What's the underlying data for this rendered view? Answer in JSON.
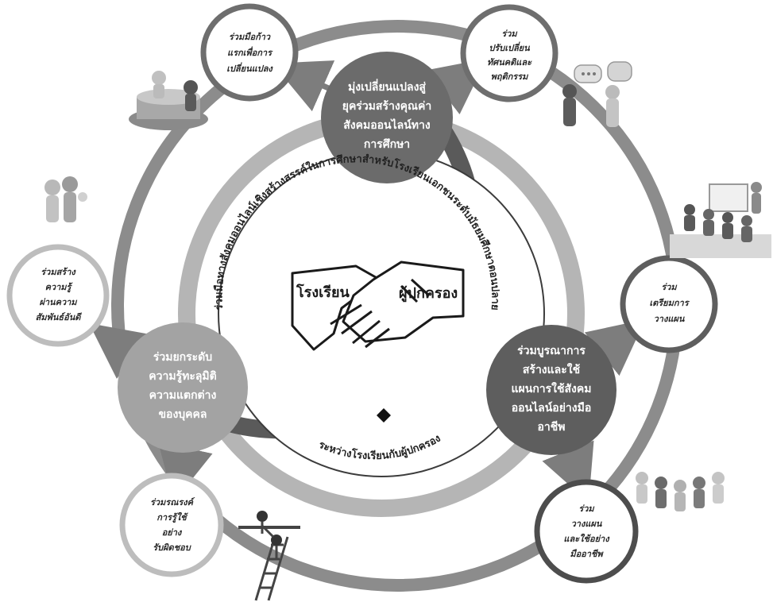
{
  "center": {
    "school_label": "โรงเรียน",
    "parent_label": "ผู้ปกครอง",
    "ring_text_upper": "ร่วมมือทางสังคมออนไลน์เชิงสร้างสรรค์ในการศึกษาสำหรับโรงเรียนเอกชนระดับมัธยมศึกษาตอนปลาย",
    "ring_text_lower": "ระหว่างโรงเรียนกับผู้ปกครอง"
  },
  "hubs": [
    {
      "id": "top",
      "lines": [
        "มุ่งเปลี่ยนแปลงสู่",
        "ยุคร่วมสร้างคุณค่า",
        "สังคมออนไลน์ทาง",
        "การศึกษา"
      ]
    },
    {
      "id": "left",
      "lines": [
        "ร่วมยกระดับ",
        "ความรู้ทะลุมิติ",
        "ความแตกต่าง",
        "ของบุคคล"
      ]
    },
    {
      "id": "right",
      "lines": [
        "ร่วมบูรณาการ",
        "สร้างและใช้",
        "แผนการใช้สังคม",
        "ออนไลน์อย่างมือ",
        "อาชีพ"
      ]
    }
  ],
  "satellites": [
    {
      "id": "top-left",
      "lines": [
        "ร่วมมือก้าว",
        "แรกเพื่อการ",
        "เปลี่ยนแปลง"
      ]
    },
    {
      "id": "top-right",
      "lines": [
        "ร่วม",
        "ปรับเปลี่ยน",
        "ทัศนคติและ",
        "พฤติกรรม"
      ]
    },
    {
      "id": "left",
      "lines": [
        "ร่วมสร้าง",
        "ความรู้",
        "ผ่านความ",
        "สัมพันธ์อันดี"
      ]
    },
    {
      "id": "right",
      "lines": [
        "ร่วม",
        "เตรียมการ",
        "วางแผน"
      ]
    },
    {
      "id": "bottom-left",
      "lines": [
        "ร่วมรณรงค์",
        "การรู้ใช้",
        "อย่าง",
        "รับผิดชอบ"
      ]
    },
    {
      "id": "bottom-right",
      "lines": [
        "ร่วม",
        "วางแผน",
        "และใช้อย่าง",
        "มืออาชีพ"
      ]
    }
  ],
  "colors": {
    "outer_ring": "#8c8c8c",
    "inner_ring_dark": "#5a5a5a",
    "inner_ring_light": "#b5b5b5",
    "hub_top": "#6b6b6b",
    "hub_left": "#a3a3a3",
    "hub_right": "#5e5e5e",
    "satellite_border": "#6e6e6e",
    "arrow": "#7d7d7d"
  },
  "icons": [
    "handshake-icon",
    "people-figures-icon",
    "speech-bubbles-icon",
    "presentation-icon",
    "meeting-table-icon",
    "climbing-ladder-icon",
    "podium-figures-icon",
    "diamond-marker-icon"
  ]
}
